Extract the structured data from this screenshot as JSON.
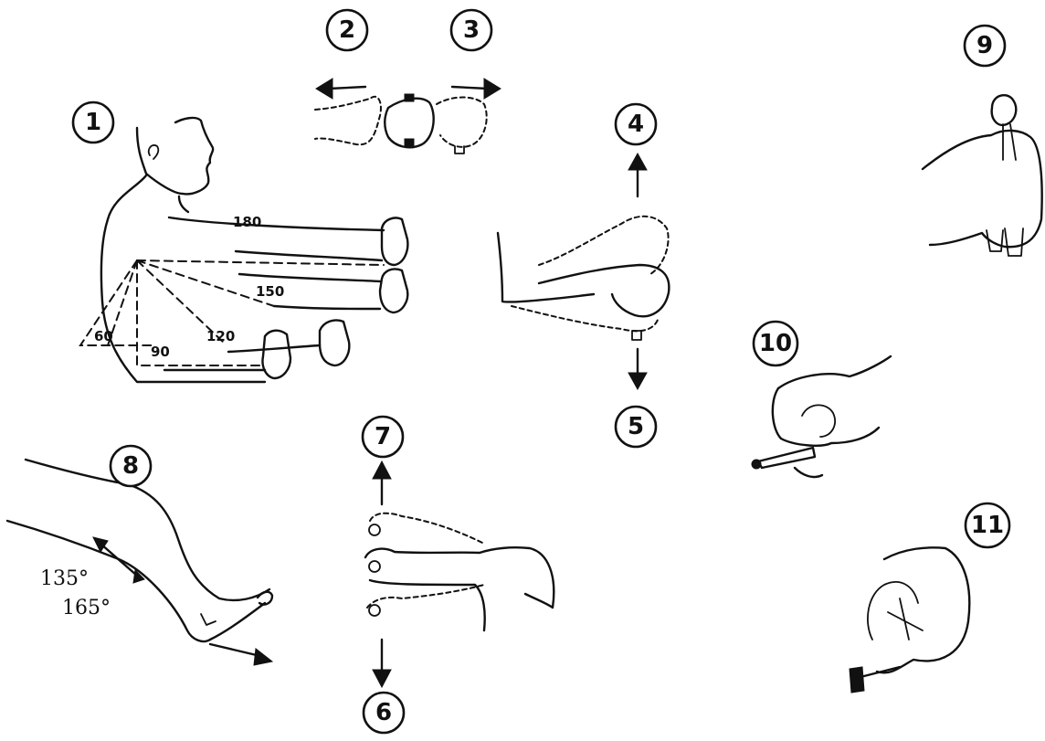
{
  "markers": [
    "1",
    "2",
    "3",
    "4",
    "5",
    "6",
    "7",
    "8",
    "9",
    "10",
    "11"
  ],
  "arm_angles": [
    "180",
    "150",
    "120",
    "90",
    "60"
  ],
  "leg_angles": [
    "135°",
    "165°"
  ]
}
